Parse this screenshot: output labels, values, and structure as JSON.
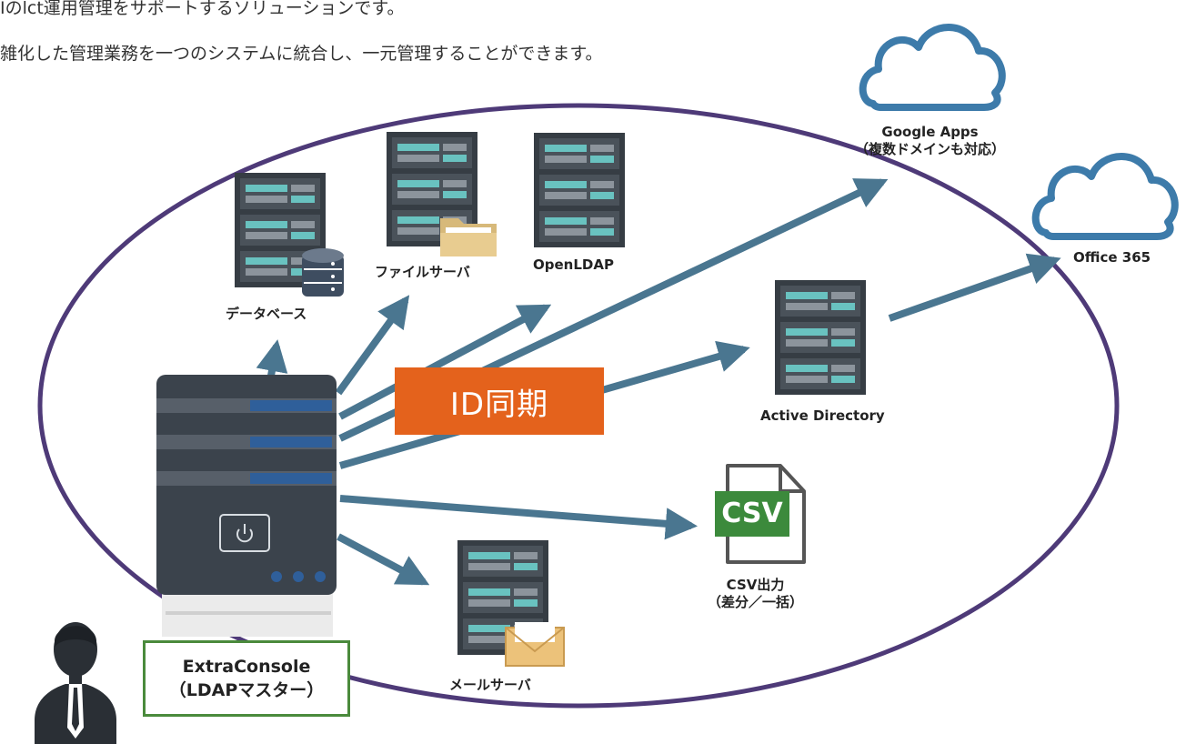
{
  "intro": {
    "line1": "Iのlct運用管理をサポートするソリューションです。",
    "line2": "雑化した管理業務を一つのシステムに統合し、一元管理することができます。"
  },
  "central": {
    "label": "ID同期",
    "master_line1": "ExtraConsole",
    "master_line2": "（LDAPマスター）"
  },
  "nodes": {
    "database": "データベース",
    "file_server": "ファイルサーバ",
    "openldap": "OpenLDAP",
    "google_line1": "Google Apps",
    "google_line2": "（複数ドメインも対応）",
    "office": "Office 365",
    "active_directory": "Active Directory",
    "csv_icon_text": "CSV",
    "csv_line1": "CSV出力",
    "csv_line2": "（差分／一括）",
    "mail_server": "メールサーバ"
  },
  "colors": {
    "ellipse": "#4e3a78",
    "arrow": "#4a7690",
    "id_sync": "#e4621c",
    "cloud": "#3d7baa",
    "master_box_border": "#4a8a3c",
    "csv_badge": "#3c8a3c",
    "server_body": "#3b434c"
  }
}
